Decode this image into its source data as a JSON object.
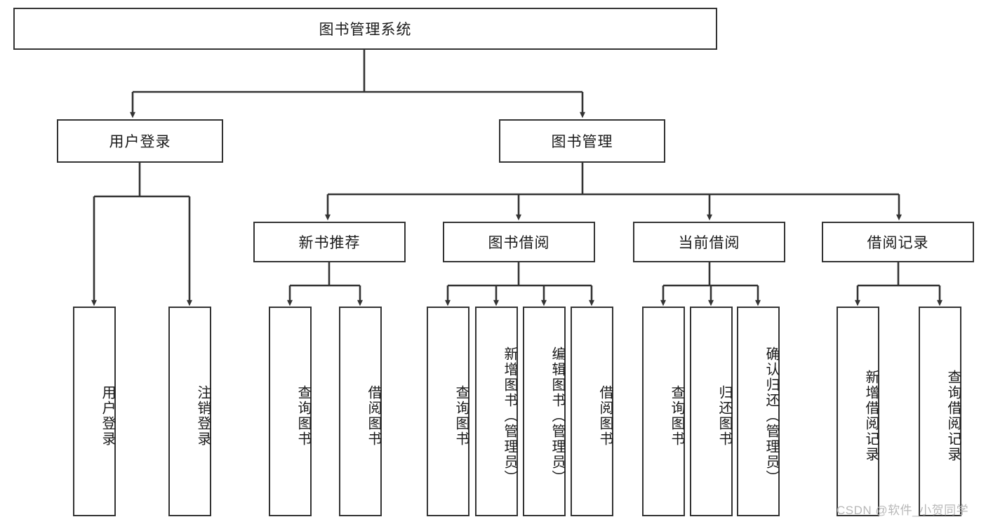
{
  "diagram": {
    "title": "图书管理系统",
    "type": "tree-hierarchy",
    "watermark": "CSDN @软件_小贺同学",
    "colors": {
      "stroke": "#333333",
      "fill": "#ffffff",
      "text": "#1a1a1a",
      "watermark": "#b8b8b8"
    },
    "nodes": {
      "root": {
        "label": "图书管理系统"
      },
      "level1": [
        {
          "label": "用户登录"
        },
        {
          "label": "图书管理"
        }
      ],
      "level2": [
        {
          "label": "新书推荐"
        },
        {
          "label": "图书借阅"
        },
        {
          "label": "当前借阅"
        },
        {
          "label": "借阅记录"
        }
      ],
      "leaves_user_login": [
        {
          "label": "用户登录"
        },
        {
          "label": "注销登录"
        }
      ],
      "leaves_new_books": [
        {
          "label": "查询图书"
        },
        {
          "label": "借阅图书"
        }
      ],
      "leaves_book_borrow": [
        {
          "label": "查询图书"
        },
        {
          "label": "新增图书（管理员）"
        },
        {
          "label": "编辑图书（管理员）"
        },
        {
          "label": "借阅图书"
        }
      ],
      "leaves_current_borrow": [
        {
          "label": "查询图书"
        },
        {
          "label": "归还图书"
        },
        {
          "label": "确认归还（管理员）"
        }
      ],
      "leaves_borrow_record": [
        {
          "label": "新增借阅记录"
        },
        {
          "label": "查询借阅记录"
        }
      ]
    }
  }
}
